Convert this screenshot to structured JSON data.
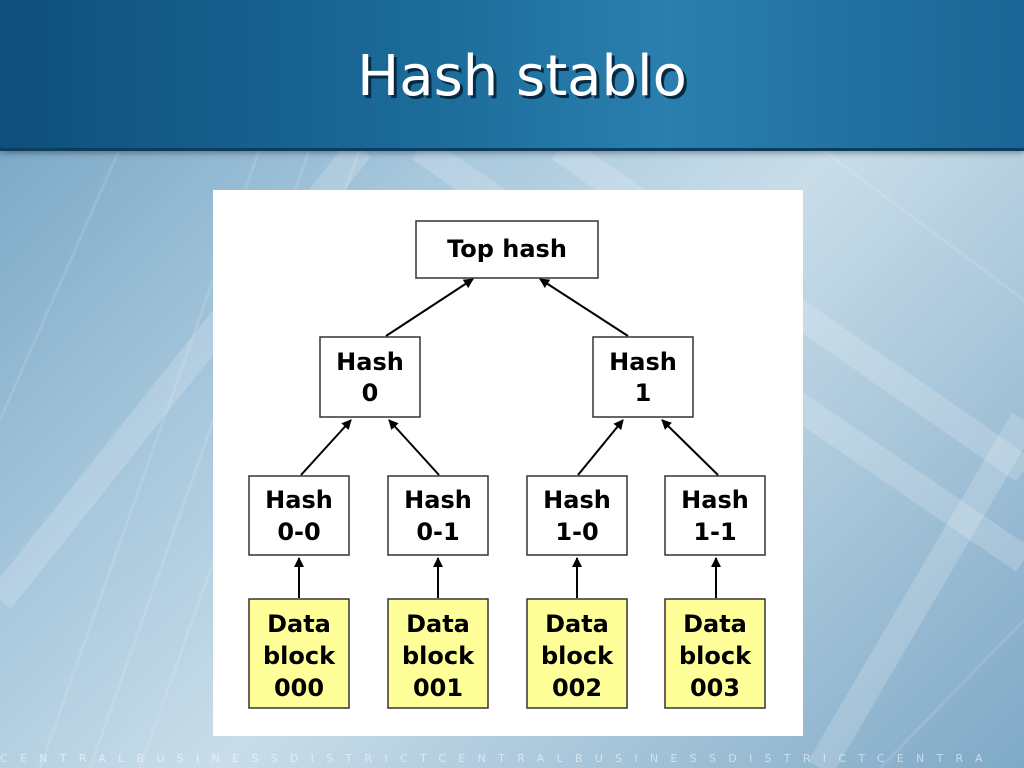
{
  "slide": {
    "title": "Hash stablo",
    "footer": "CENTRALBUSINESSDISTRICTCENTRALBUSINESSDISTRICTCENTRA"
  },
  "colors": {
    "title_bar": "#1b6a98",
    "hash_node_fill": "#ffffff",
    "data_node_fill": "#ffff99",
    "node_border": "#333333",
    "arrow": "#000000"
  },
  "diagram": {
    "top": {
      "lines": [
        "Top hash"
      ]
    },
    "hash0": {
      "lines": [
        "Hash",
        "0"
      ]
    },
    "hash1": {
      "lines": [
        "Hash",
        "1"
      ]
    },
    "hash00": {
      "lines": [
        "Hash",
        "0-0"
      ]
    },
    "hash01": {
      "lines": [
        "Hash",
        "0-1"
      ]
    },
    "hash10": {
      "lines": [
        "Hash",
        "1-0"
      ]
    },
    "hash11": {
      "lines": [
        "Hash",
        "1-1"
      ]
    },
    "data000": {
      "lines": [
        "Data",
        "block",
        "000"
      ]
    },
    "data001": {
      "lines": [
        "Data",
        "block",
        "001"
      ]
    },
    "data002": {
      "lines": [
        "Data",
        "block",
        "002"
      ]
    },
    "data003": {
      "lines": [
        "Data",
        "block",
        "003"
      ]
    }
  }
}
